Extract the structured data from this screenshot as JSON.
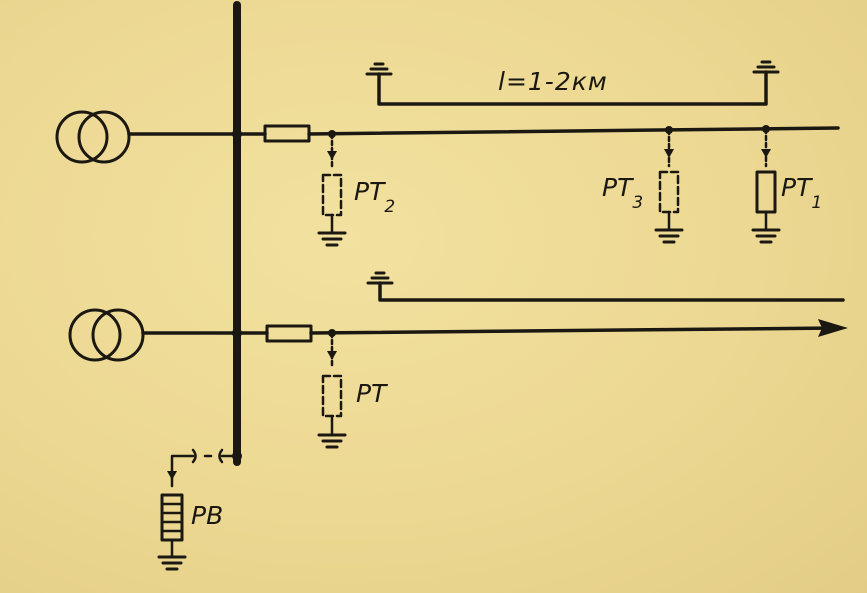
{
  "diagram": {
    "distance_label": "l=1-2км",
    "arresters": [
      {
        "id": "rt2",
        "name": "PT",
        "sub": "2"
      },
      {
        "id": "rt3",
        "name": "PT",
        "sub": "3"
      },
      {
        "id": "rt1",
        "name": "PT",
        "sub": "1"
      },
      {
        "id": "rt",
        "name": "PT",
        "sub": ""
      },
      {
        "id": "rv",
        "name": "PB",
        "sub": ""
      }
    ]
  },
  "colors": {
    "paper": "#efdc97",
    "ink": "#1b1812"
  }
}
